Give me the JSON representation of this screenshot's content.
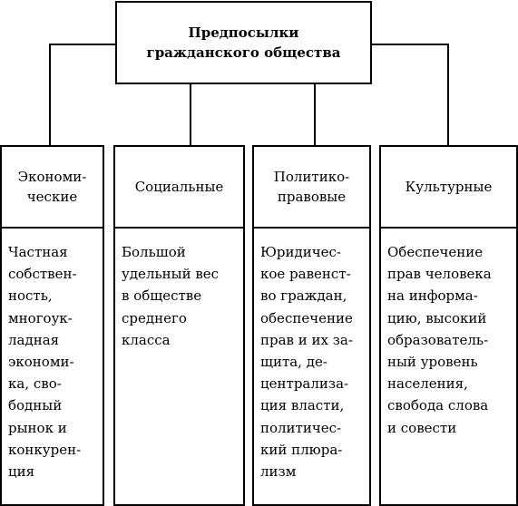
{
  "root": {
    "title": "Предпосылки\nгражданского общества"
  },
  "columns": [
    {
      "header": "Экономи-\nческие",
      "body": "Частная\nсобствен-\nность,\nмногоук-\nладная\nэкономи-\nка, сво-\nбодный\nрынок и\nконкурен-\nция"
    },
    {
      "header": "Социальные",
      "body": "Большой\nудельный вес\nв обществе\nсреднего\nкласса"
    },
    {
      "header": "Политико-\nправовые",
      "body": "Юридичес-\nкое равенст-\nво граждан,\nобеспечение\nправ и их за-\nщита, де-\nцентрализа-\nция власти,\nполитичес-\nкий плюра-\nлизм"
    },
    {
      "header": "Культурные",
      "body": "Обеспечение\nправ человека\nна информа-\nцию, высокий\nобразователь-\nный уровень\nнаселения,\nсвобода слова\nи совести"
    }
  ]
}
